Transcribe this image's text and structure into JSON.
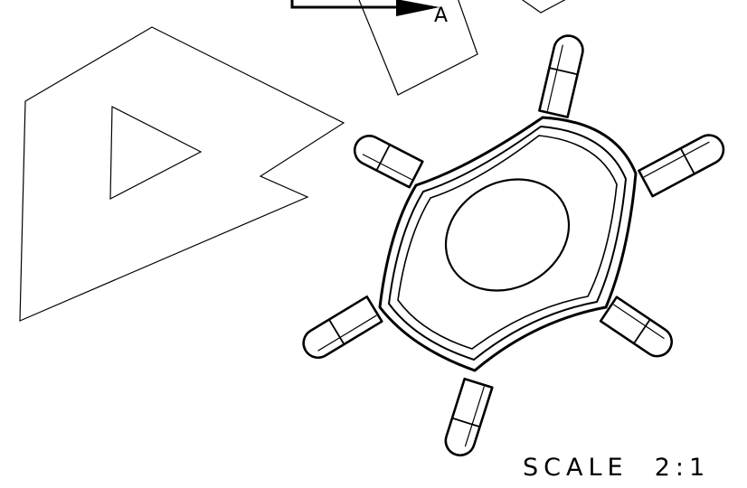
{
  "view_label": "A",
  "scale_note": "SCALE  2:1",
  "colors": {
    "line": "#000000",
    "background": "#ffffff"
  },
  "part": {
    "arm_count": 6
  }
}
